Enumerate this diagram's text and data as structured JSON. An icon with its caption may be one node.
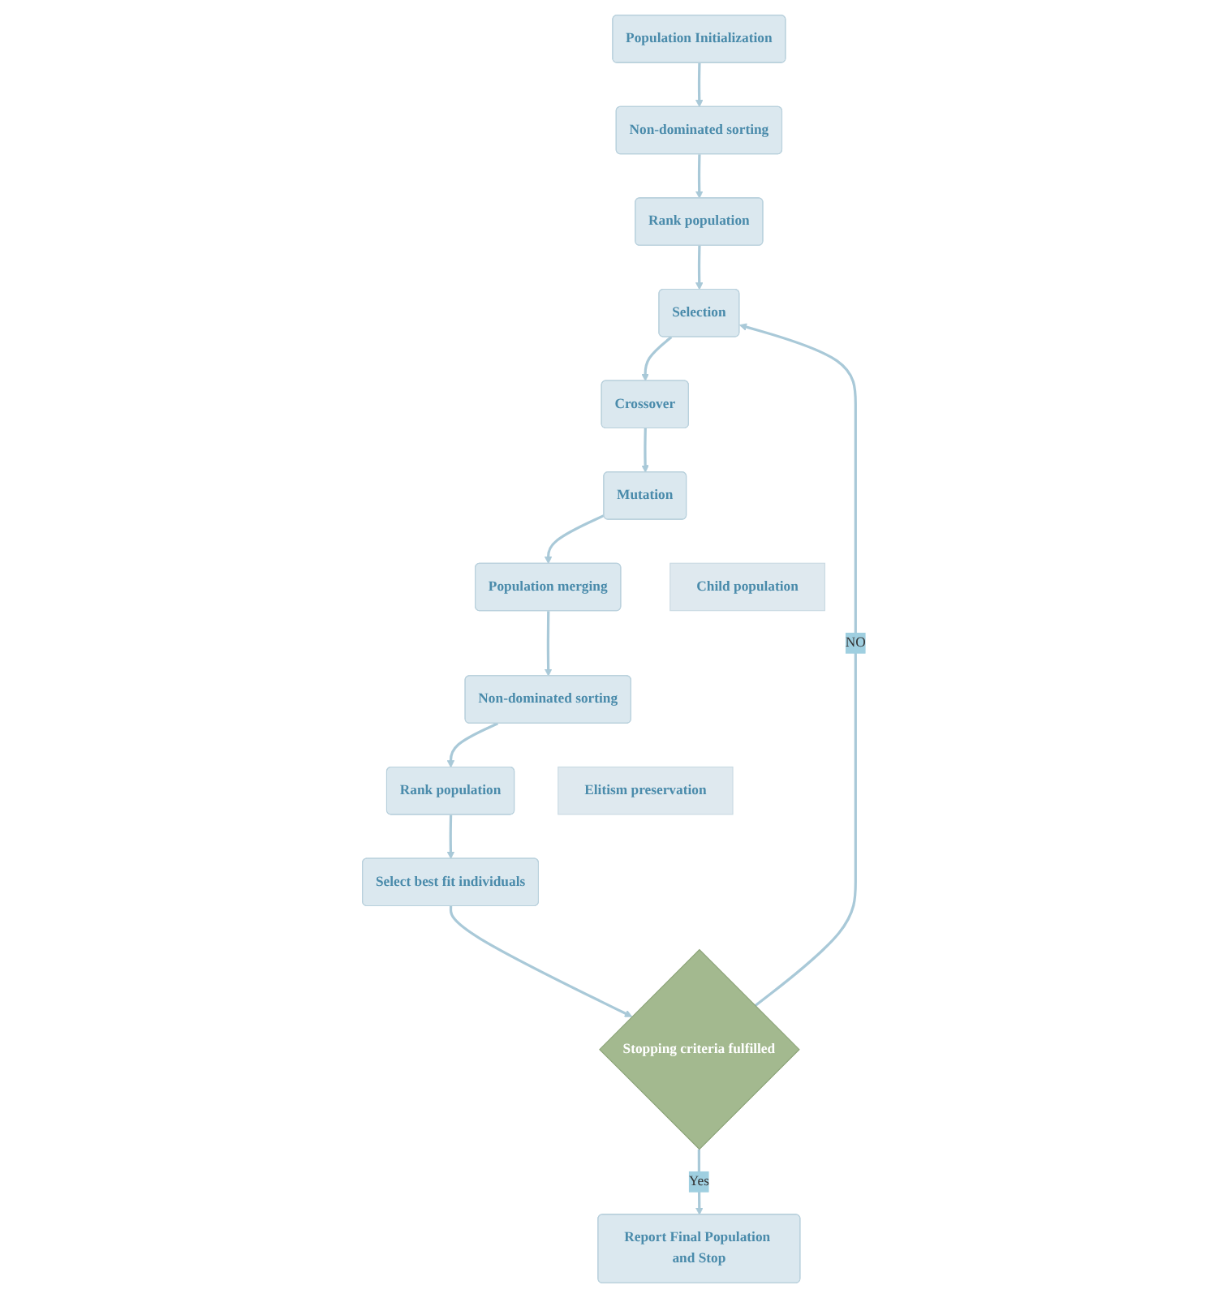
{
  "diagram": {
    "nodes": [
      {
        "text": [
          "Population Initialization"
        ]
      },
      {
        "text": [
          "Non-dominated sorting"
        ]
      },
      {
        "text": [
          "Rank population"
        ]
      },
      {
        "text": [
          "Selection"
        ]
      },
      {
        "text": [
          "Crossover"
        ]
      },
      {
        "text": [
          "Mutation"
        ]
      },
      {
        "text": [
          "Population merging"
        ]
      },
      {
        "text": [
          "Non-dominated sorting"
        ]
      },
      {
        "text": [
          "Rank population"
        ]
      },
      {
        "text": [
          "Select best fit individuals"
        ]
      },
      {
        "text": [
          "Stopping criteria fulfilled"
        ]
      },
      {
        "text": [
          "Report Final Population and Stop"
        ]
      },
      {
        "text": [
          "Child population"
        ]
      },
      {
        "text": [
          "Elitism preservation"
        ]
      }
    ],
    "edges": [
      {
        "from": 0,
        "to": 1,
        "arrow": "to"
      },
      {
        "from": 1,
        "to": 2,
        "arrow": "to"
      },
      {
        "from": 2,
        "to": 3,
        "arrow": "to"
      },
      {
        "from": 3,
        "to": 4,
        "arrow": "to"
      },
      {
        "from": 4,
        "to": 5,
        "arrow": "to"
      },
      {
        "from": 5,
        "to": 6,
        "arrow": "to"
      },
      {
        "from": 6,
        "to": 7,
        "arrow": "to"
      },
      {
        "from": 7,
        "to": 8,
        "arrow": "to"
      },
      {
        "from": 8,
        "to": 9,
        "arrow": "to"
      },
      {
        "from": 9,
        "to": 10,
        "arrow": "to"
      },
      {
        "from": 10,
        "to": 3,
        "arrow": "to",
        "label": "NO"
      },
      {
        "from": 10,
        "to": 11,
        "arrow": "to",
        "label": "Yes"
      }
    ]
  }
}
